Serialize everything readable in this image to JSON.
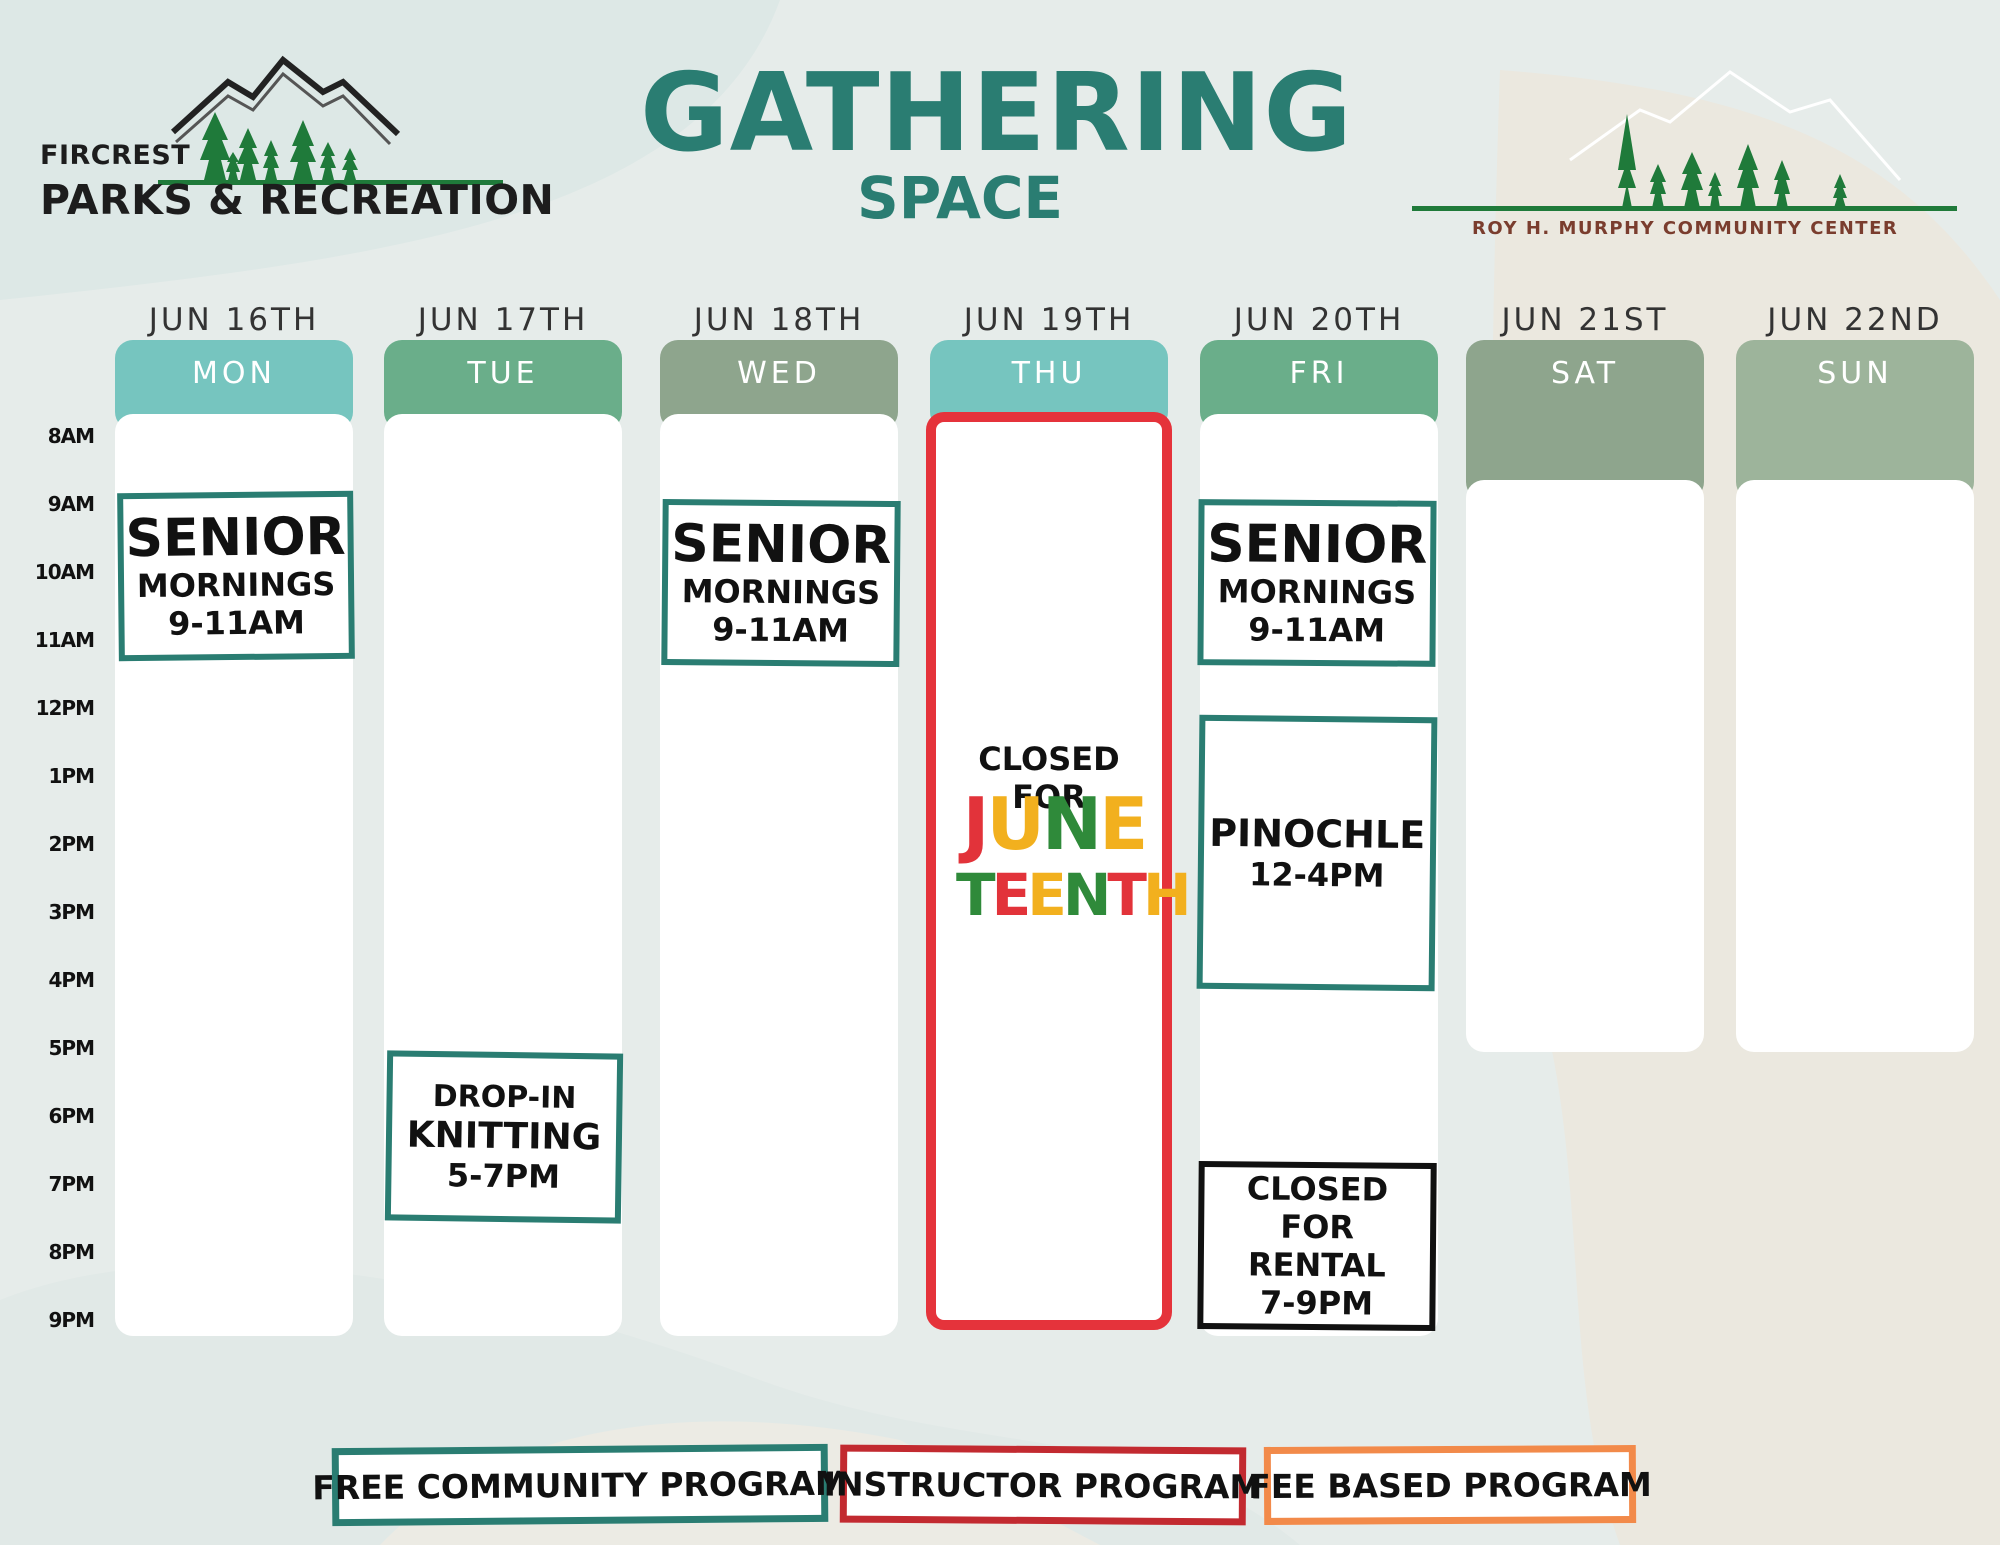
{
  "header": {
    "logo_left_small": "FIRCREST",
    "logo_left_big": "PARKS & RECREATION",
    "title": "GATHERING",
    "subtitle": "SPACE",
    "logo_right": "ROY H. MURPHY COMMUNITY CENTER"
  },
  "colors": {
    "teal": "#2a7d72",
    "red": "#e5333b",
    "orange": "#f28a4a",
    "mon": "#76c5bf",
    "tue": "#6aae8a",
    "wed": "#8ea58d",
    "thu": "#76c5bf",
    "fri": "#6aae8a",
    "sat": "#8ea58d",
    "sun": "#9db49b"
  },
  "days": [
    {
      "date": "JUN 16TH",
      "name": "MON"
    },
    {
      "date": "JUN 17TH",
      "name": "TUE"
    },
    {
      "date": "JUN 18TH",
      "name": "WED"
    },
    {
      "date": "JUN 19TH",
      "name": "THU"
    },
    {
      "date": "JUN 20TH",
      "name": "FRI"
    },
    {
      "date": "JUN 21ST",
      "name": "SAT"
    },
    {
      "date": "JUN 22ND",
      "name": "SUN"
    }
  ],
  "times": [
    "8AM",
    "9AM",
    "10AM",
    "11AM",
    "12PM",
    "1PM",
    "2PM",
    "3PM",
    "4PM",
    "5PM",
    "6PM",
    "7PM",
    "8PM",
    "9PM"
  ],
  "events": {
    "mon_senior": {
      "line1": "SENIOR",
      "line2": "MORNINGS",
      "line3": "9-11AM"
    },
    "wed_senior": {
      "line1": "SENIOR",
      "line2": "MORNINGS",
      "line3": "9-11AM"
    },
    "fri_senior": {
      "line1": "SENIOR",
      "line2": "MORNINGS",
      "line3": "9-11AM"
    },
    "tue_knitting": {
      "line1": "DROP-IN",
      "line2": "KNITTING",
      "line3": "5-7PM"
    },
    "fri_pinochle": {
      "line1": "PINOCHLE",
      "line2": "12-4PM"
    },
    "fri_rental": {
      "line1": "CLOSED FOR",
      "line2": "RENTAL",
      "line3": "7-9PM"
    },
    "thu_closed": {
      "line1": "CLOSED FOR",
      "june": "JUNE",
      "teenth": "TEENTH"
    }
  },
  "legend": {
    "free": "FREE COMMUNITY PROGRAM",
    "instructor": "INSTRUCTOR PROGRAM",
    "fee": "FEE BASED PROGRAM"
  }
}
